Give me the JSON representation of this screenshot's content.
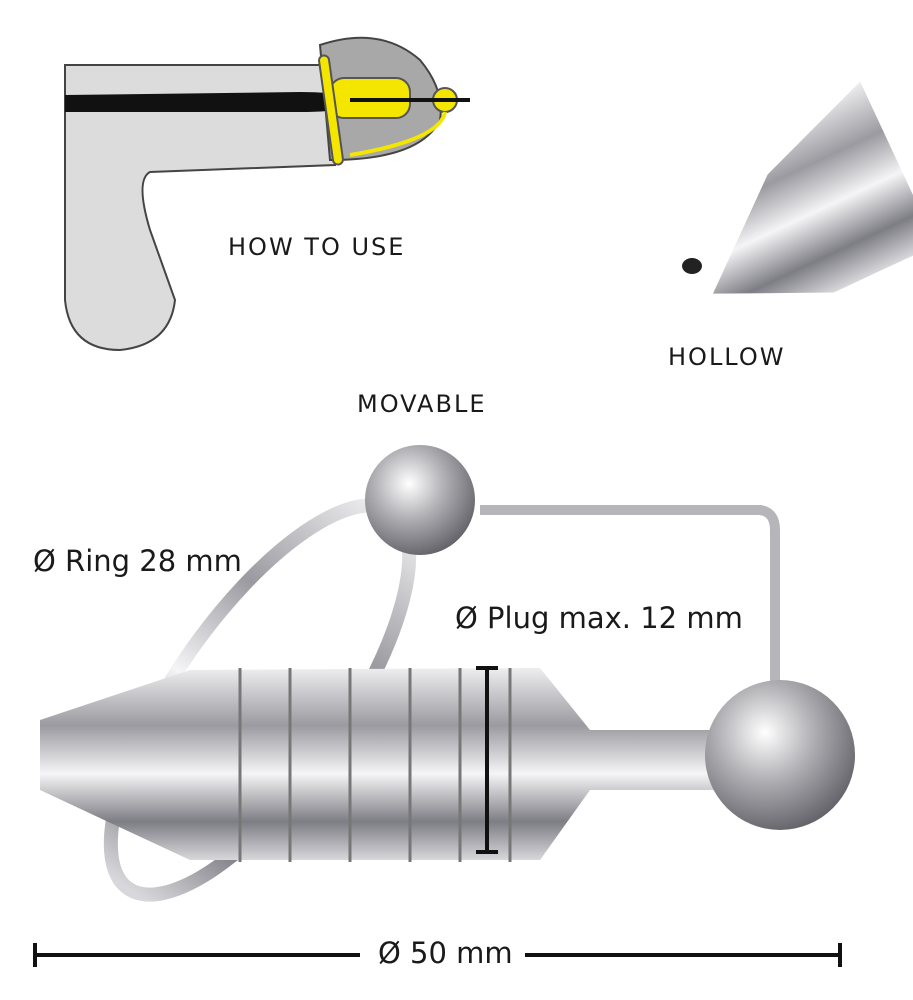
{
  "labels": {
    "how_to_use": "HOW TO USE",
    "hollow": "HOLLOW",
    "movable": "MOVABLE",
    "ring_diameter": "Ø Ring 28 mm",
    "plug_diameter": "Ø Plug max. 12 mm",
    "total_length": "Ø 50 mm"
  },
  "colors": {
    "diagram_fill": "#dcdcdc",
    "diagram_dark": "#a8a8a8",
    "highlight": "#f5e600",
    "metal": "#c8c8cc",
    "line": "#111111"
  }
}
